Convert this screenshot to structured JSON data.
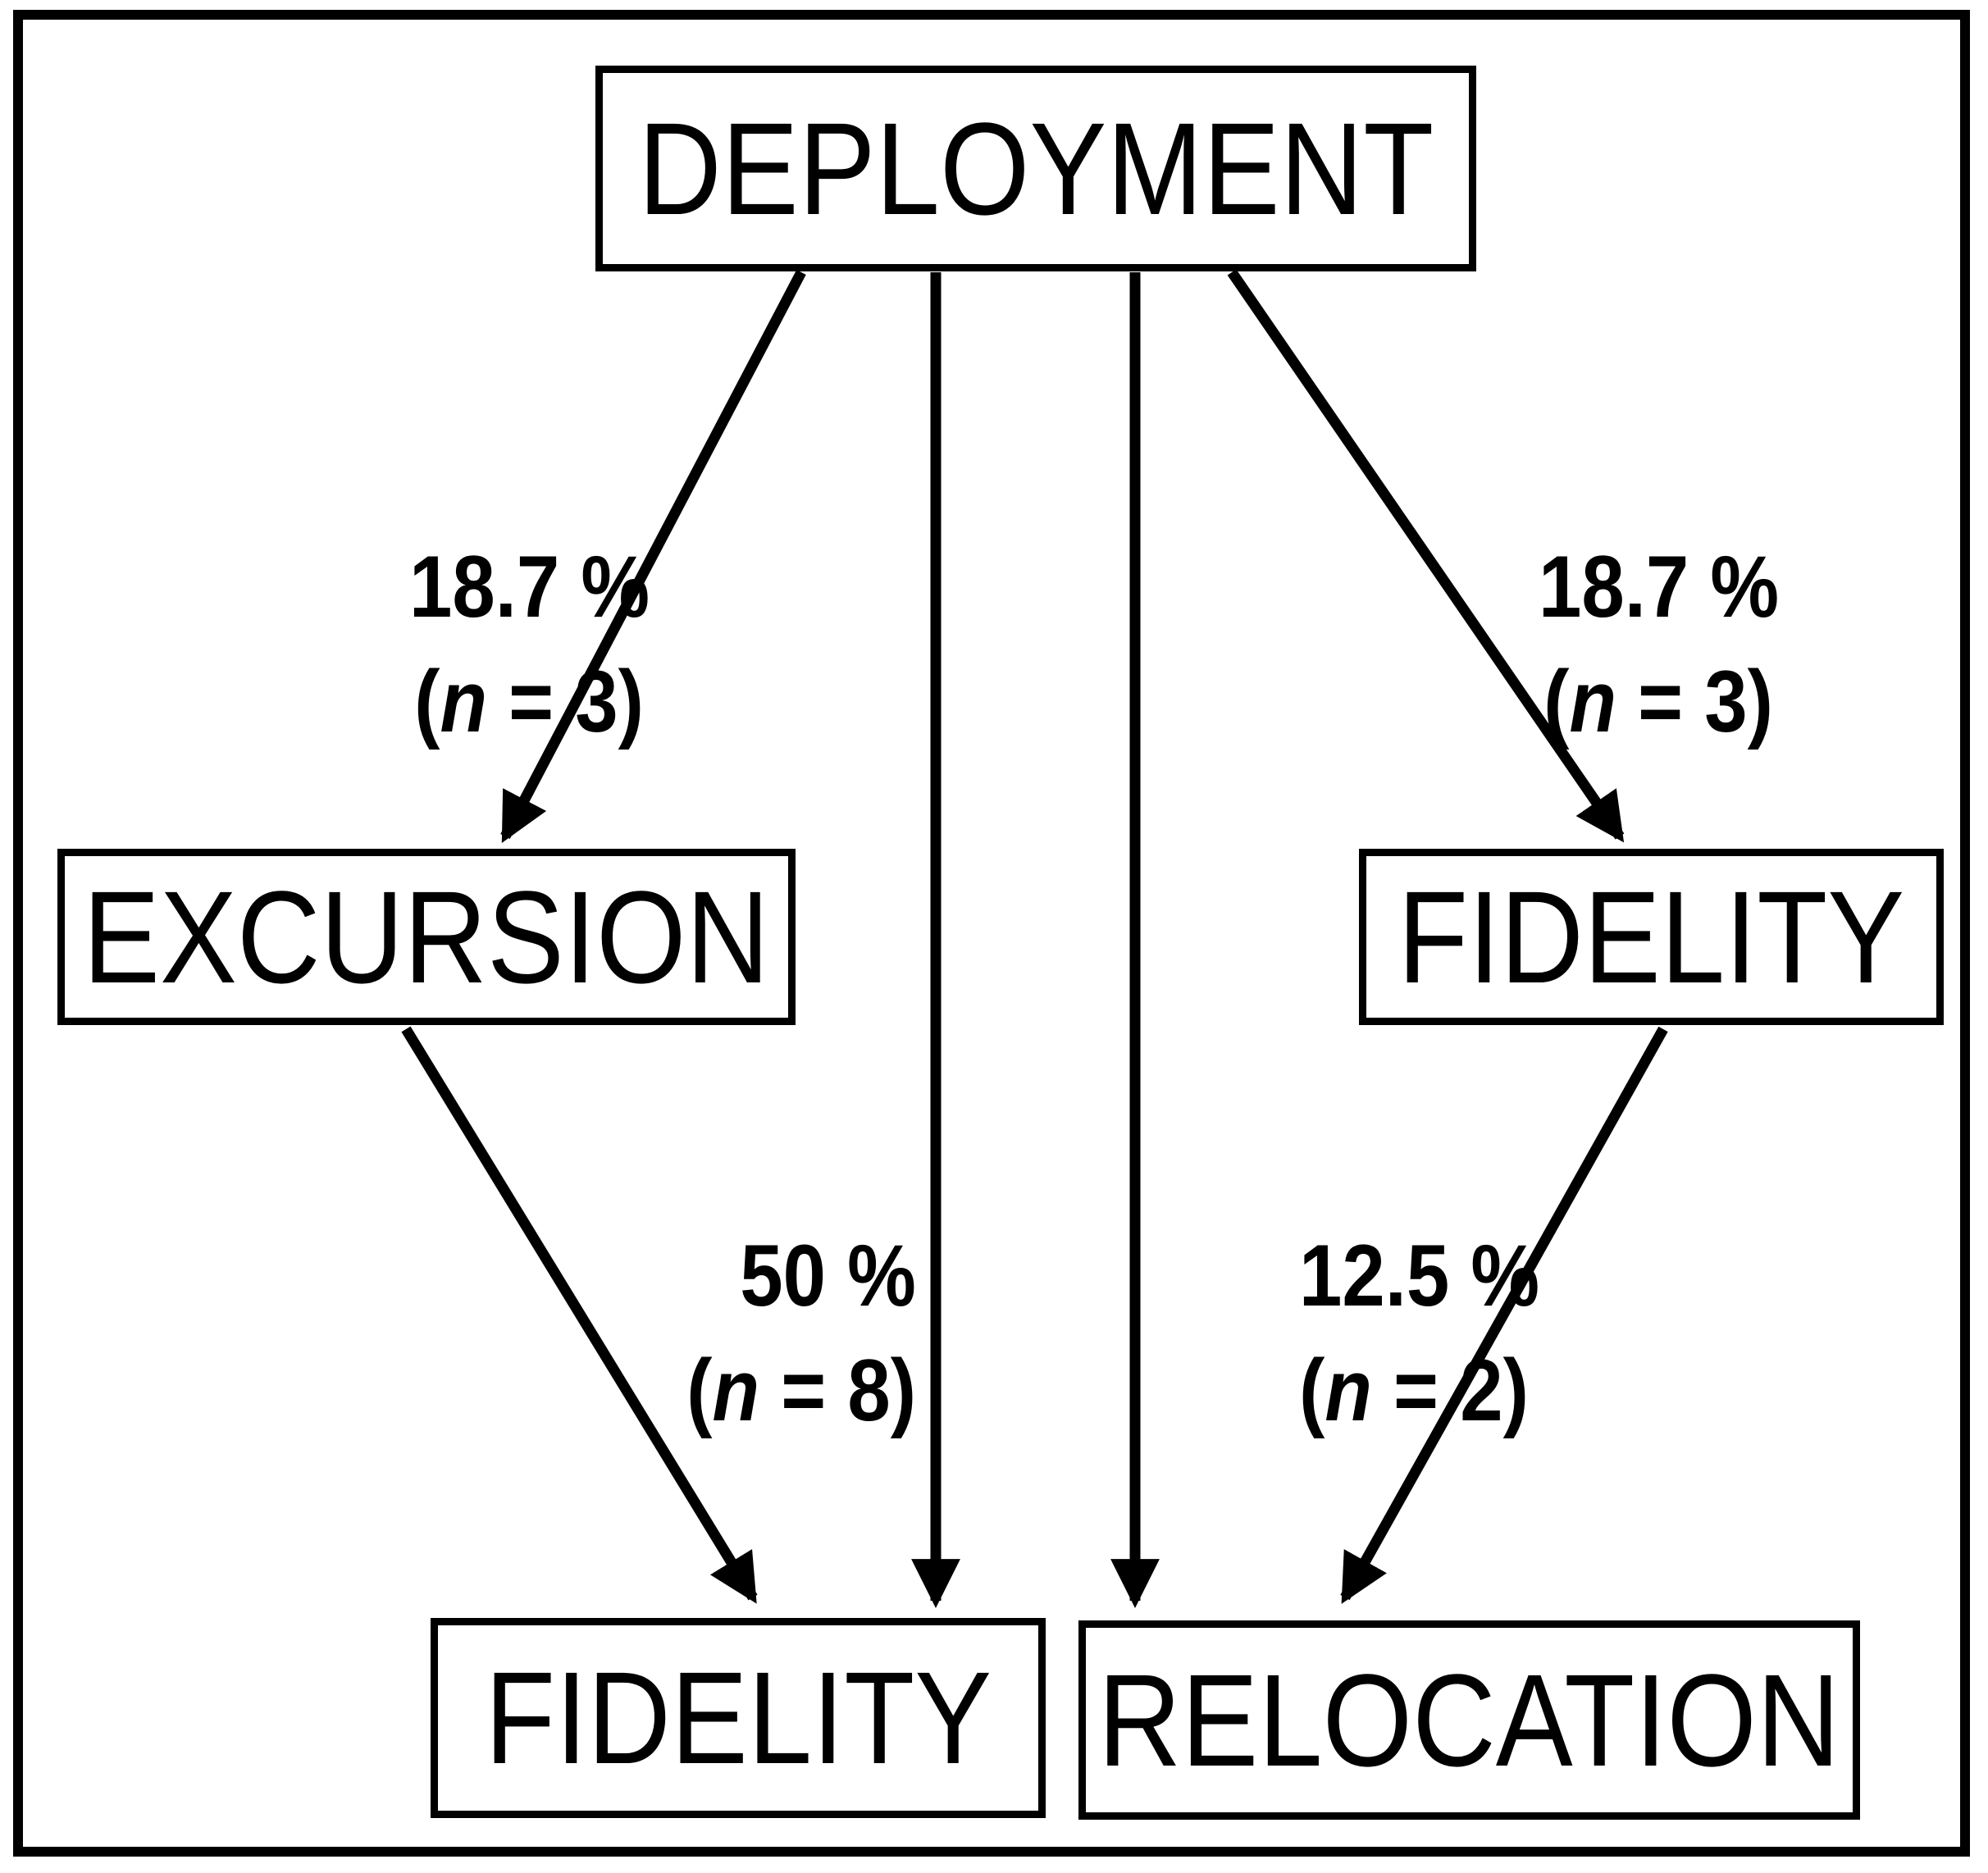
{
  "nodes": {
    "deployment": {
      "label": "DEPLOYMENT"
    },
    "excursion": {
      "label": "EXCURSION"
    },
    "fidelity_right": {
      "label": "FIDELITY"
    },
    "fidelity_bottom": {
      "label": "FIDELITY"
    },
    "relocation": {
      "label": "RELOCATION"
    }
  },
  "edges": {
    "deployment_to_excursion": {
      "percent": "18.7 %",
      "paren_open": "(",
      "var": "n",
      "rest": " = 3)"
    },
    "deployment_to_fidelity": {
      "percent": "50 %",
      "paren_open": "(",
      "var": "n",
      "rest": " = 8)"
    },
    "deployment_to_relocation": {
      "percent": "12.5 %",
      "paren_open": "(",
      "var": "n",
      "rest": " = 2)"
    },
    "deployment_to_fidelity_right": {
      "percent": "18.7 %",
      "paren_open": "(",
      "var": "n",
      "rest": " = 3)"
    }
  },
  "colors": {
    "ink": "#000000",
    "background": "#ffffff"
  }
}
